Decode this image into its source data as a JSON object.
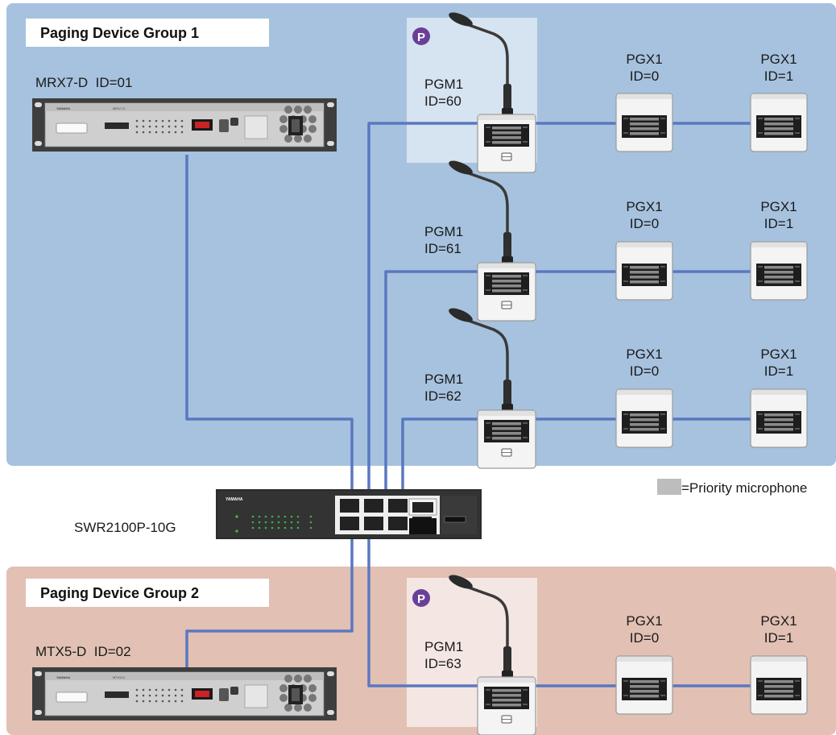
{
  "group1": {
    "title": "Paging Device Group 1"
  },
  "group2": {
    "title": "Paging Device Group 2"
  },
  "mrx": {
    "label": "MRX7-D  ID=01",
    "brand": "YAMAHA",
    "model": "MRX7-D"
  },
  "mtx": {
    "label": "MTX5-D  ID=02",
    "brand": "YAMAHA",
    "model": "MTX5-D"
  },
  "switch": {
    "label": "SWR2100P-10G",
    "brand": "YAMAHA"
  },
  "legend": {
    "text": "=Priority microphone",
    "swatch_color": "#bdbdbd"
  },
  "priority_badge": "P",
  "rows": [
    {
      "pgm_name": "PGM1",
      "pgm_id": "ID=60",
      "priority": true,
      "pgx": [
        {
          "name": "PGX1",
          "id": "ID=0"
        },
        {
          "name": "PGX1",
          "id": "ID=1"
        }
      ]
    },
    {
      "pgm_name": "PGM1",
      "pgm_id": "ID=61",
      "priority": false,
      "pgx": [
        {
          "name": "PGX1",
          "id": "ID=0"
        },
        {
          "name": "PGX1",
          "id": "ID=1"
        }
      ]
    },
    {
      "pgm_name": "PGM1",
      "pgm_id": "ID=62",
      "priority": false,
      "pgx": [
        {
          "name": "PGX1",
          "id": "ID=0"
        },
        {
          "name": "PGX1",
          "id": "ID=1"
        }
      ]
    },
    {
      "pgm_name": "PGM1",
      "pgm_id": "ID=63",
      "priority": true,
      "pgx": [
        {
          "name": "PGX1",
          "id": "ID=0"
        },
        {
          "name": "PGX1",
          "id": "ID=1"
        }
      ]
    }
  ],
  "colors": {
    "group1_bg": "#a6c2de",
    "group2_bg": "#e2c0b4",
    "cable": "#5a78c0",
    "priority_highlight1": "#d6e3f0",
    "priority_highlight2": "#f4e6e2",
    "badge": "#6a3f99"
  }
}
